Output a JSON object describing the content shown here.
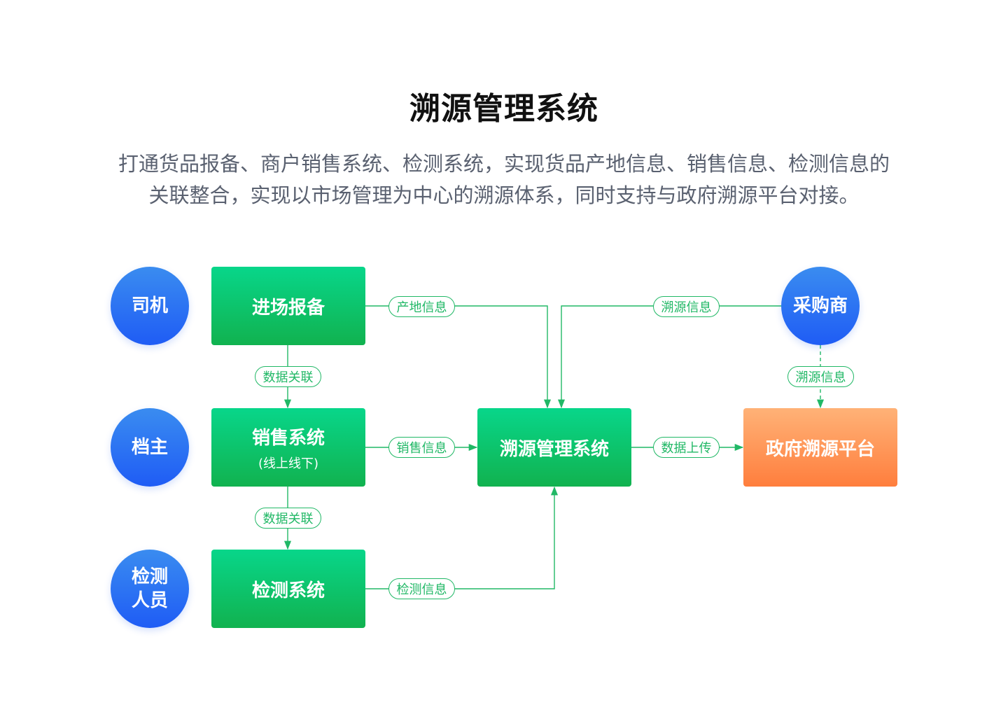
{
  "header": {
    "title": "溯源管理系统",
    "description_line1": "打通货品报备、商户销售系统、检测系统，实现货品产地信息、销售信息、检测信息的",
    "description_line2": "关联整合，实现以市场管理为中心的溯源体系，同时支持与政府溯源平台对接。"
  },
  "actors": {
    "driver": "司机",
    "stall_owner": "档主",
    "inspector_line1": "检测",
    "inspector_line2": "人员",
    "buyer": "采购商"
  },
  "systems": {
    "entry_report": "进场报备",
    "sales_system": "销售系统",
    "sales_system_sub": "(线上线下)",
    "inspection_system": "检测系统",
    "trace_system": "溯源管理系统",
    "gov_platform": "政府溯源平台"
  },
  "edges": {
    "origin_info": "产地信息",
    "sales_info": "销售信息",
    "inspection_info": "检测信息",
    "trace_info_top": "溯源信息",
    "trace_info_vertical": "溯源信息",
    "data_link_1": "数据关联",
    "data_link_2": "数据关联",
    "data_upload": "数据上传"
  },
  "colors": {
    "actor_blue": "#1f5cf5",
    "system_green": "#11b24f",
    "gov_orange": "#ff7e3d",
    "line_green": "#21b866"
  }
}
